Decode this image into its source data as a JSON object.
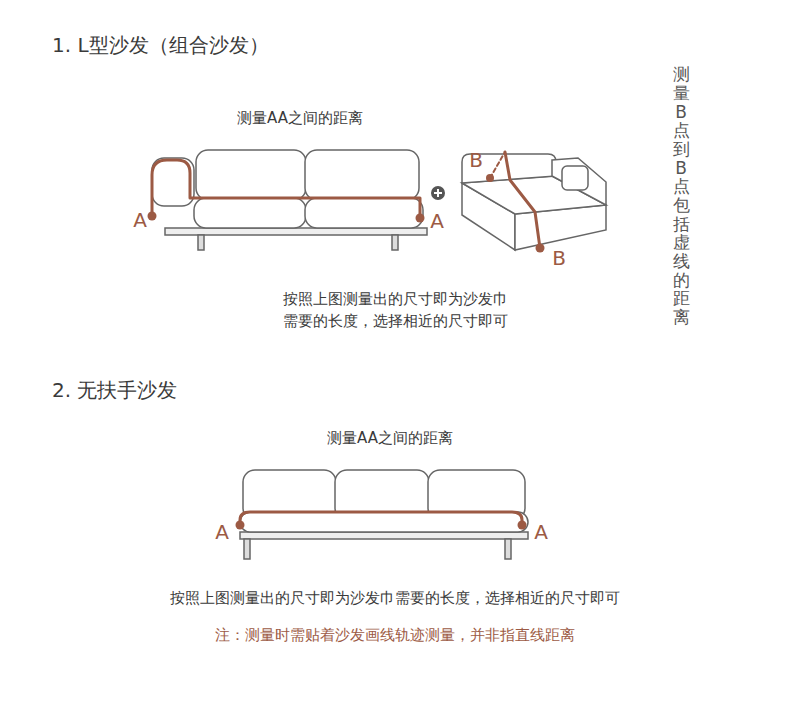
{
  "diagram": {
    "labels": [
      "1. L型沙发（组合沙发）",
      "测量AA之间的距离",
      "A",
      "A",
      "B",
      "B",
      "按照上图测量出的尺寸即为沙发巾 需要的长度，选择相近的尺寸即可",
      "测量B点到B点包括虚线的距离",
      "2. 无扶手沙发",
      "测量AA之间的距离",
      "A",
      "A",
      "按照上图测量出的尺寸即为沙发巾需要的长度，选择相近的尺寸即可",
      "注：测量时需贴着沙发画线轨迹测量，并非指直线距离"
    ]
  }
}
